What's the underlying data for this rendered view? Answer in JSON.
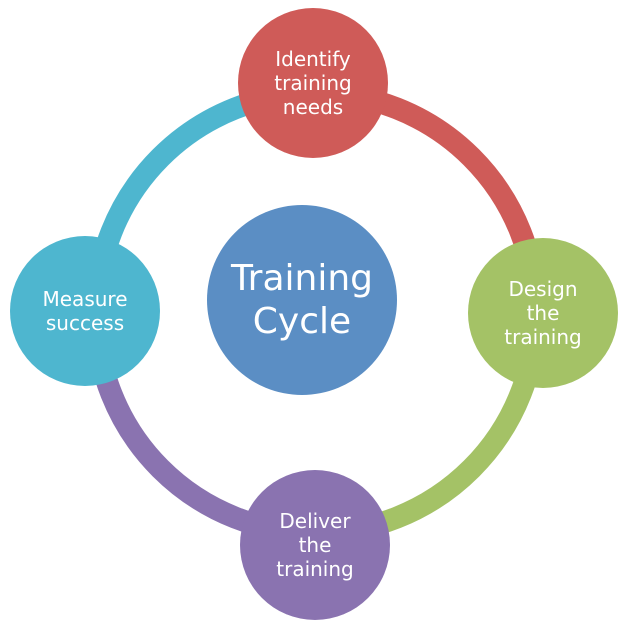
{
  "center": {
    "line1": "Training",
    "line2": "Cycle",
    "color": "#5b8ec4"
  },
  "nodes": [
    {
      "line1": "Identify",
      "line2": "training",
      "line3": "needs",
      "color": "#cf5b58"
    },
    {
      "line1": "Design",
      "line2": "the",
      "line3": "training",
      "color": "#a4c266"
    },
    {
      "line1": "Deliver",
      "line2": "the",
      "line3": "training",
      "color": "#8a73b0"
    },
    {
      "line1": "Measure",
      "line2": "success",
      "color": "#4eb6cf"
    }
  ],
  "arc_colors": [
    "#cf5b58",
    "#a4c266",
    "#8a73b0",
    "#4eb6cf"
  ]
}
